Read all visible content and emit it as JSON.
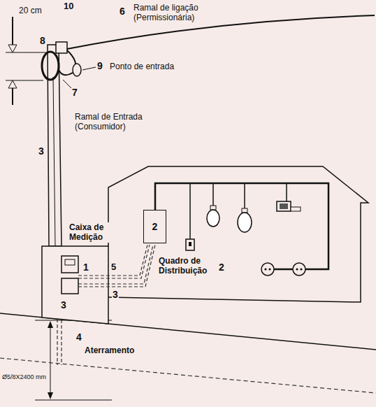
{
  "diagram": {
    "nodes": [
      {
        "text": [
          "2"
        ]
      }
    ],
    "labels": [
      "20 cm",
      "10",
      "8",
      "6",
      "Ramal de ligação (Permissionária)",
      "9",
      "Ponto de entrada",
      "7",
      "Ramal de Entrada (Consumidor)",
      "3",
      "Caixa de Medição",
      "1",
      "5",
      "Quadro de Distribuição",
      "2",
      "3",
      "3",
      "4",
      "Aterramento",
      "Ø5/8X2400 mm"
    ]
  }
}
